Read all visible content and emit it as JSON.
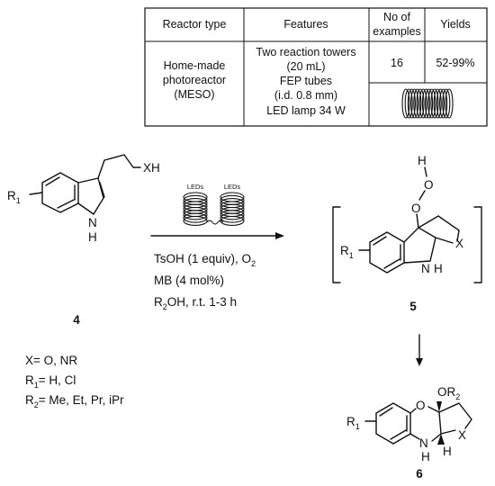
{
  "table": {
    "headers": [
      "Reactor type",
      "Features",
      "No of examples",
      "Yields"
    ],
    "reactor_type": [
      "Home-made",
      "photoreactor",
      "(MESO)"
    ],
    "features": [
      "Two reaction towers",
      "(20 mL)",
      "FEP tubes",
      "(i.d. 0.8 mm)",
      "LED lamp 34 W"
    ],
    "examples": "16",
    "yields": "52-99%"
  },
  "reaction": {
    "led_label_1": "LEDs",
    "led_label_2": "LEDs",
    "conditions": [
      "TsOH (1 equiv), O",
      "MB (4 mol%)",
      "R",
      "OH, r.t. 1-3 h"
    ],
    "o2_subscript": "2",
    "r2_subscript": "2"
  },
  "compound_4": {
    "number": "4",
    "r1": "R",
    "r1_sub": "1",
    "xh": "XH",
    "nh": "N",
    "h": "H"
  },
  "compound_5": {
    "number": "5",
    "r1": "R",
    "r1_sub": "1",
    "h": "H",
    "o_top": "O",
    "o_bottom": "O",
    "x": "X",
    "nh": "N",
    "h_n": "H"
  },
  "compound_6": {
    "number": "6",
    "r1": "R",
    "r1_sub": "1",
    "o_ring": "O",
    "or2": "OR",
    "or2_sub": "2",
    "x": "X",
    "nh": "N",
    "h_n": "H",
    "h_stereo": "H"
  },
  "notes": {
    "x_def": "X= O, NR",
    "r1_def_label": "R",
    "r1_sub": "1",
    "r1_def": "= H, Cl",
    "r2_def_label": "R",
    "r2_sub": "2",
    "r2_def": "= Me, Et, Pr, iPr"
  }
}
